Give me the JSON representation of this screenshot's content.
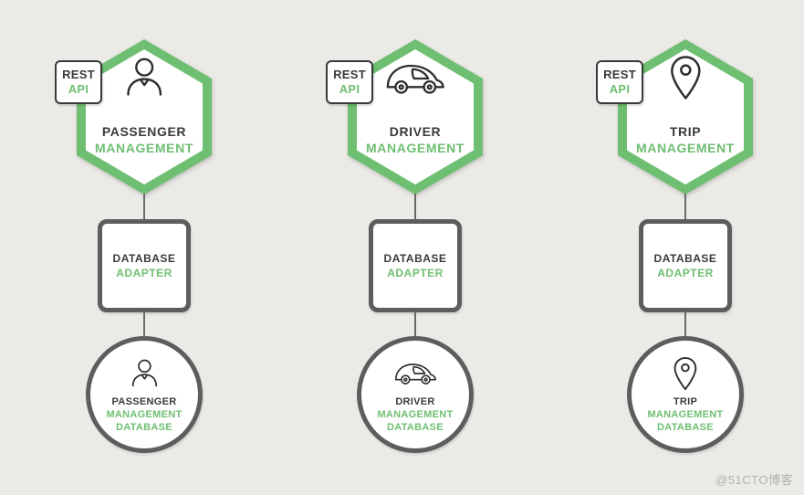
{
  "background": "#eceae7",
  "colors": {
    "green": "#6fbf72",
    "dark": "#3a3a3a",
    "outline": "#5d5d5d"
  },
  "badge": {
    "line1": "REST",
    "line2": "API"
  },
  "watermark": "@51CTO博客",
  "columns": [
    {
      "name": "passenger",
      "icon": "passenger-icon",
      "service": {
        "line1": "PASSENGER",
        "line2": "MANAGEMENT"
      },
      "adapter": {
        "line1": "DATABASE",
        "line2": "ADAPTER"
      },
      "database": {
        "line1": "PASSENGER",
        "line2": "MANAGEMENT",
        "line3": "DATABASE"
      }
    },
    {
      "name": "driver",
      "icon": "car-icon",
      "service": {
        "line1": "DRIVER",
        "line2": "MANAGEMENT"
      },
      "adapter": {
        "line1": "DATABASE",
        "line2": "ADAPTER"
      },
      "database": {
        "line1": "DRIVER",
        "line2": "MANAGEMENT",
        "line3": "DATABASE"
      }
    },
    {
      "name": "trip",
      "icon": "pin-icon",
      "service": {
        "line1": "TRIP",
        "line2": "MANAGEMENT"
      },
      "adapter": {
        "line1": "DATABASE",
        "line2": "ADAPTER"
      },
      "database": {
        "line1": "TRIP",
        "line2": "MANAGEMENT",
        "line3": "DATABASE"
      }
    }
  ]
}
